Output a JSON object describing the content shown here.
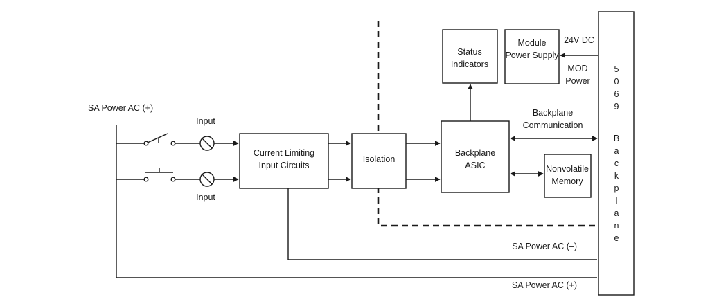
{
  "labels": {
    "sa_power_plus_top": "SA Power AC (+)",
    "input_top": "Input",
    "input_bottom": "Input",
    "current_limiting": [
      "Current Limiting",
      "Input Circuits"
    ],
    "isolation": "Isolation",
    "backplane_asic": [
      "Backplane",
      "ASIC"
    ],
    "status_indicators": [
      "Status",
      "Indicators"
    ],
    "module_power_supply": [
      "Module",
      "Power Supply"
    ],
    "voltage_24vdc": "24V DC",
    "mod_power": [
      "MOD",
      "Power"
    ],
    "backplane_communication": [
      "Backplane",
      "Communication"
    ],
    "nonvolatile_memory": [
      "Nonvolatile",
      "Memory"
    ],
    "sa_power_minus": "SA Power AC (–)",
    "sa_power_plus_bottom": "SA Power AC (+)",
    "backplane_bus_chars": [
      "5",
      "0",
      "6",
      "9",
      "",
      "B",
      "a",
      "c",
      "k",
      "p",
      "l",
      "a",
      "n",
      "e"
    ]
  }
}
